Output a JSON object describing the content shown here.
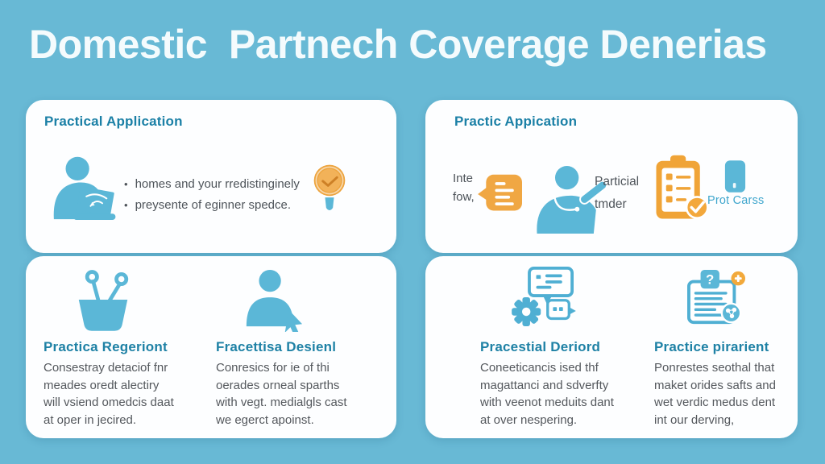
{
  "title": "Domestic  Partnech Coverage Denerias",
  "colors": {
    "background": "#68b9d5",
    "card": "#fdfeff",
    "heading_teal": "#1b80a6",
    "body_gray": "#54585d",
    "icon_blue": "#5bb7d7",
    "icon_outline_blue": "#4fafd3",
    "icon_orange": "#f0a53c",
    "accent_text_blue": "#3fa6cd"
  },
  "icons": {
    "top_left_main": "person-laptop-icon",
    "top_left_side": "magnifier-check-icon",
    "top_right_bubble": "speech-bubble-icon",
    "top_right_person": "person-writing-icon",
    "top_right_clipboard": "clipboard-check-icon",
    "top_right_phone": "phone-icon",
    "bottom_left_1": "basket-pins-icon",
    "bottom_left_2": "person-cursor-icon",
    "bottom_right_1": "chat-gear-icon",
    "bottom_right_2": "document-question-icon"
  },
  "cards": {
    "top_left": {
      "heading": "Practical Application",
      "bullets": [
        "homes and your rredistinginely",
        "preysente of eginner spedce."
      ]
    },
    "top_right": {
      "heading": "Practic Appication",
      "info_lines": [
        "Inte",
        "fow,"
      ],
      "partial_lines": [
        "Particial",
        "tmder"
      ],
      "phone_label": "Prot Carss"
    },
    "bottom_left": {
      "col1": {
        "heading": "Practica Regeriont",
        "lines": [
          "Consestray detaciof fnr",
          "meades oredt alectiry",
          "will vsiend omedcis daat",
          "at oper in jecired."
        ]
      },
      "col2": {
        "heading": "Fracettisa Desienl",
        "lines": [
          "Conresics for ie of thi",
          "oerades orneal sparths",
          "with vegt. medialgls cast",
          "we egerct apoinst."
        ]
      }
    },
    "bottom_right": {
      "col1": {
        "heading": "Pracestial Deriord",
        "lines": [
          "Coneeticancis ised thf",
          "magattanci and sdverfty",
          "with veenot meduits dant",
          "at over nespering."
        ]
      },
      "col2": {
        "heading": "Practice pirarient",
        "lines": [
          "Ponrestes seothal that",
          "maket orides safts and",
          "wet verdic medus dent",
          "int our derving,"
        ]
      }
    }
  }
}
